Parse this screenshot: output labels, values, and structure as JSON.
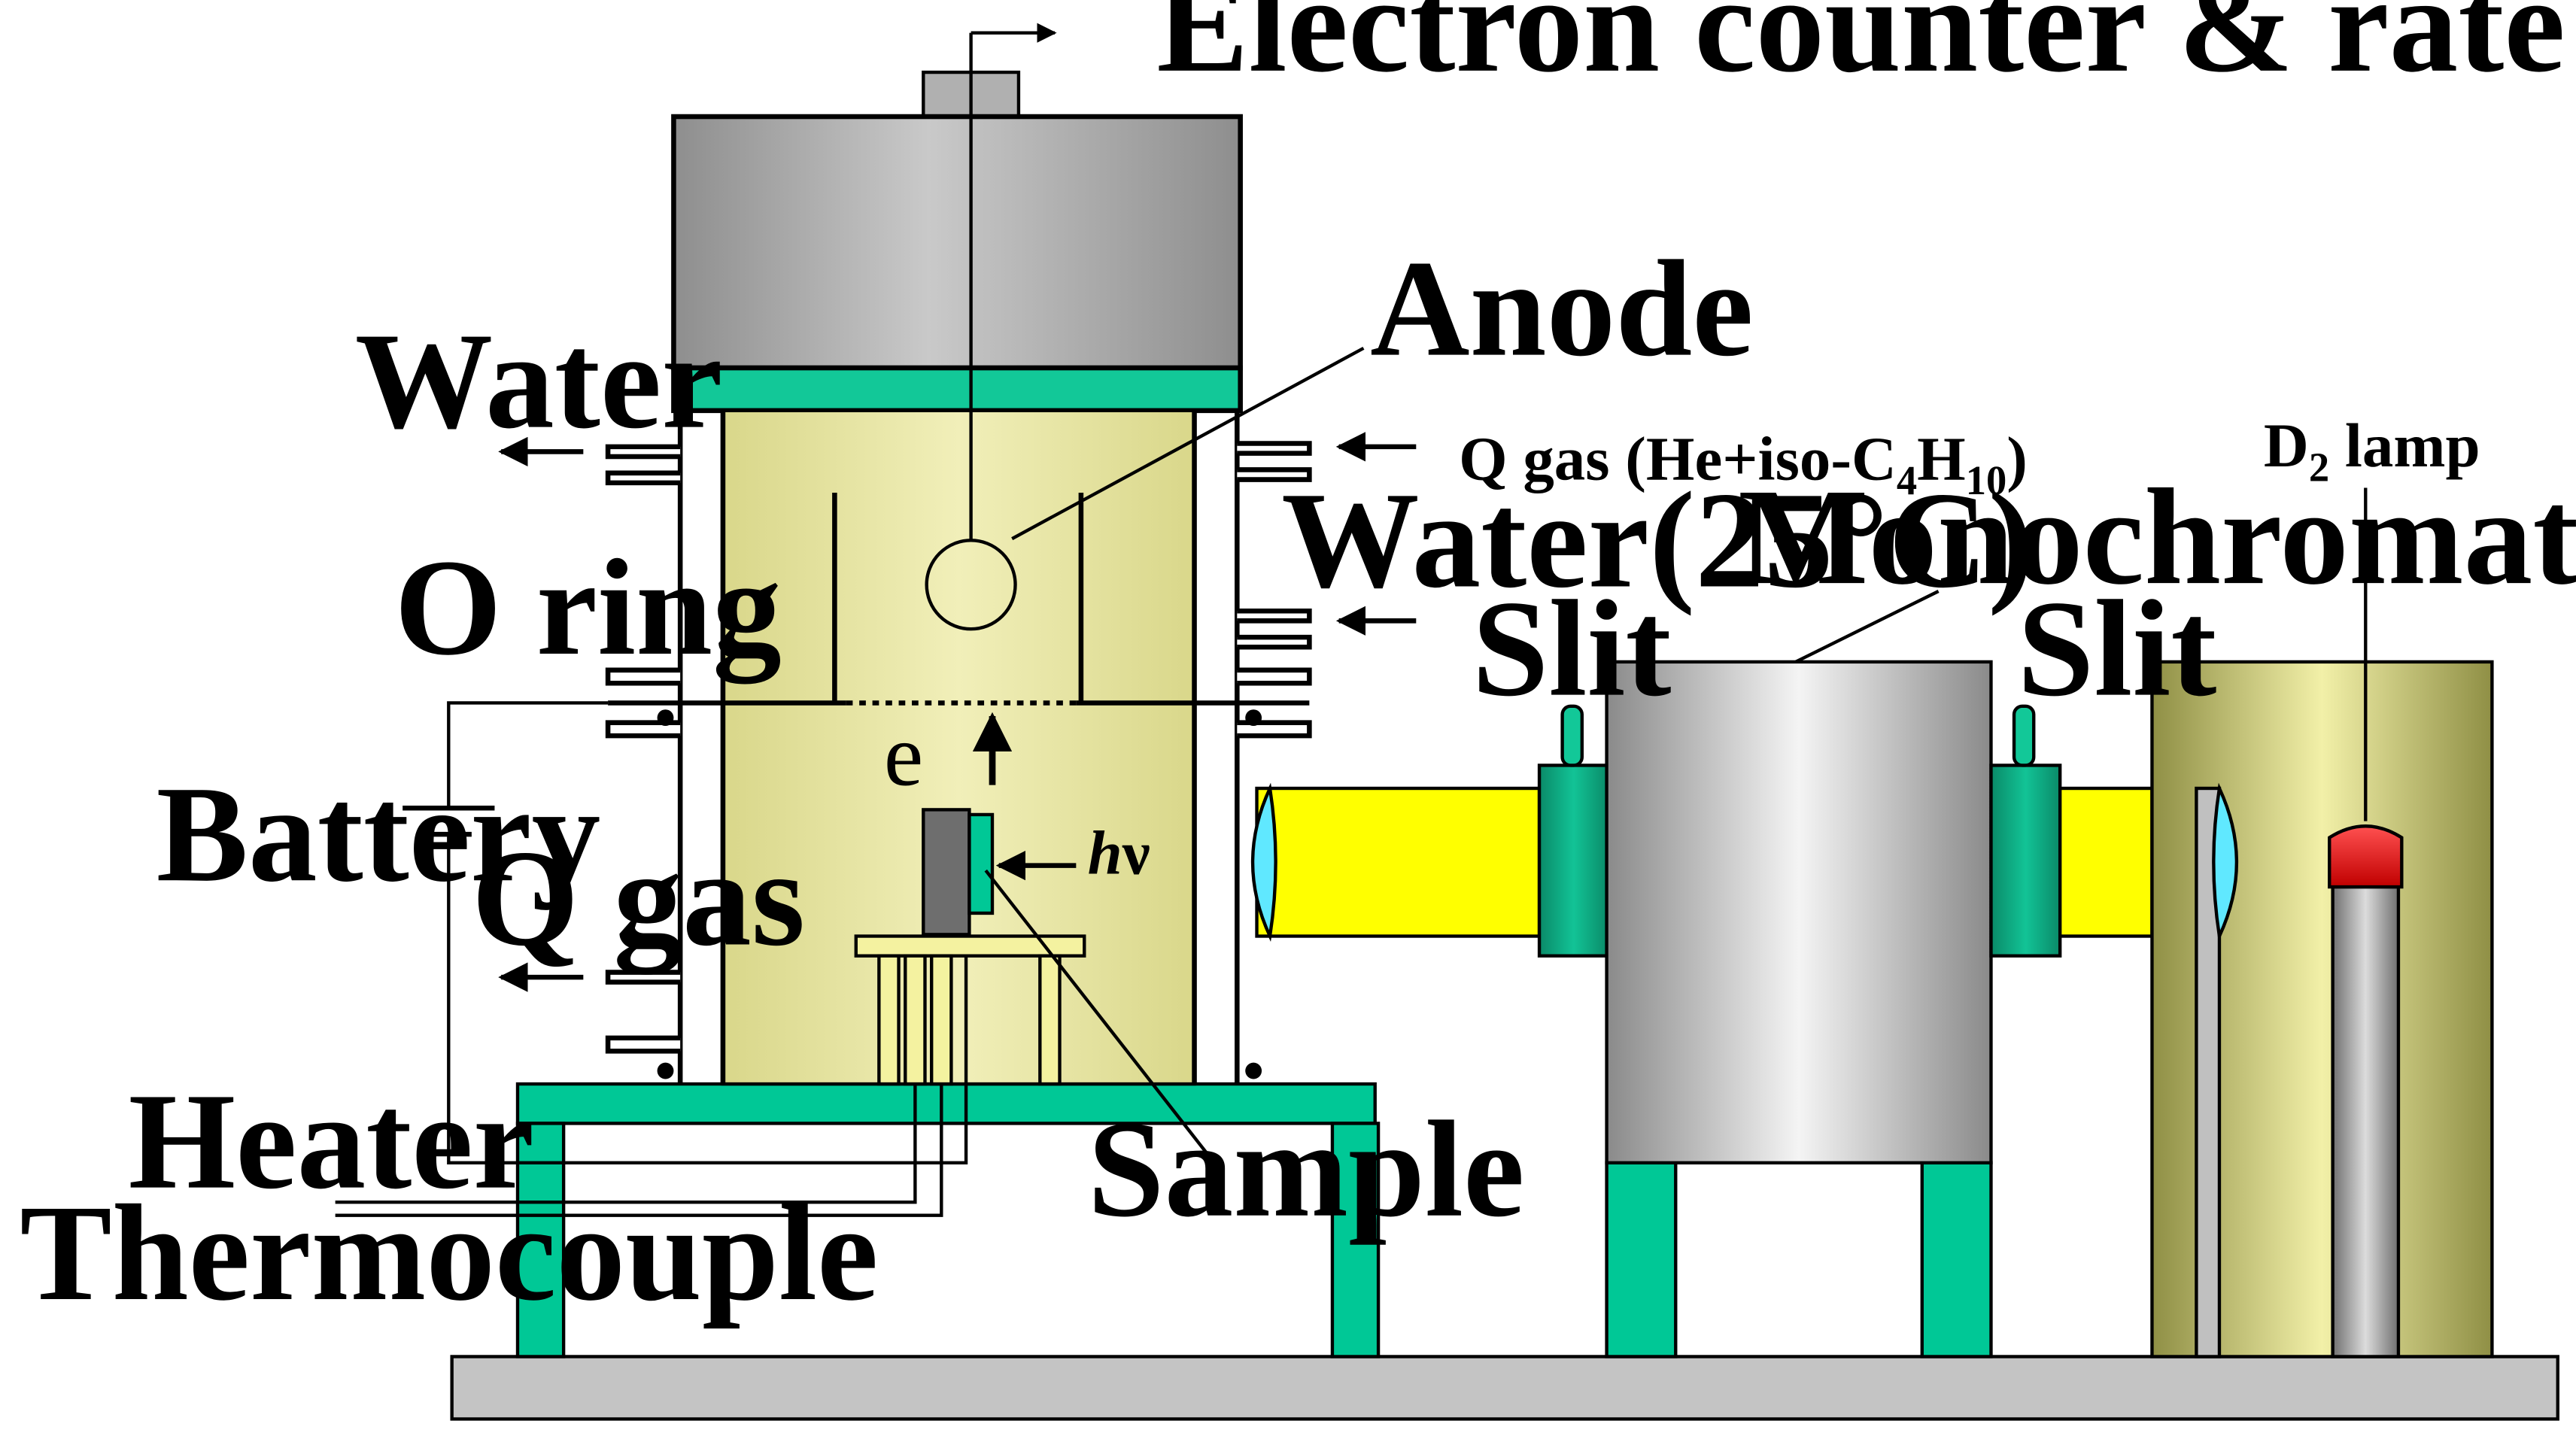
{
  "labels": {
    "electron_counter": "Electron counter & rate meter",
    "anode": "Anode",
    "water_out": "Water",
    "q_gas_in_prefix": "Q gas (He+iso-C",
    "q_gas_in_sub1": "4",
    "q_gas_in_mid": "H",
    "q_gas_in_sub2": "10",
    "q_gas_in_suffix": ")",
    "d2_prefix": "D",
    "d2_sub": "2",
    "d2_suffix": " lamp",
    "water_in": "Water(25°C)",
    "monochromator": "Monochromator",
    "o_ring": "O ring",
    "slit_left": "Slit",
    "slit_right": "Slit",
    "electron": "e",
    "battery": "Battery",
    "photon_h": "h",
    "photon_nu": "ν",
    "q_gas_out": "Q gas",
    "heater": "Heater",
    "sample": "Sample",
    "thermocouple": "Thermocouple"
  },
  "colors": {
    "chamber_yellow": "#E8E6A0",
    "teal": "#00C896",
    "dark_teal": "#0E9E7A",
    "gray": "#B4B4B4",
    "lamp_bright_yellow": "#FFFF00",
    "lens_cyan": "#60E8FF",
    "lamp_red": "#E80000",
    "lamp_housing_olive": "#C8C870",
    "sample_dark_gray": "#707070"
  }
}
